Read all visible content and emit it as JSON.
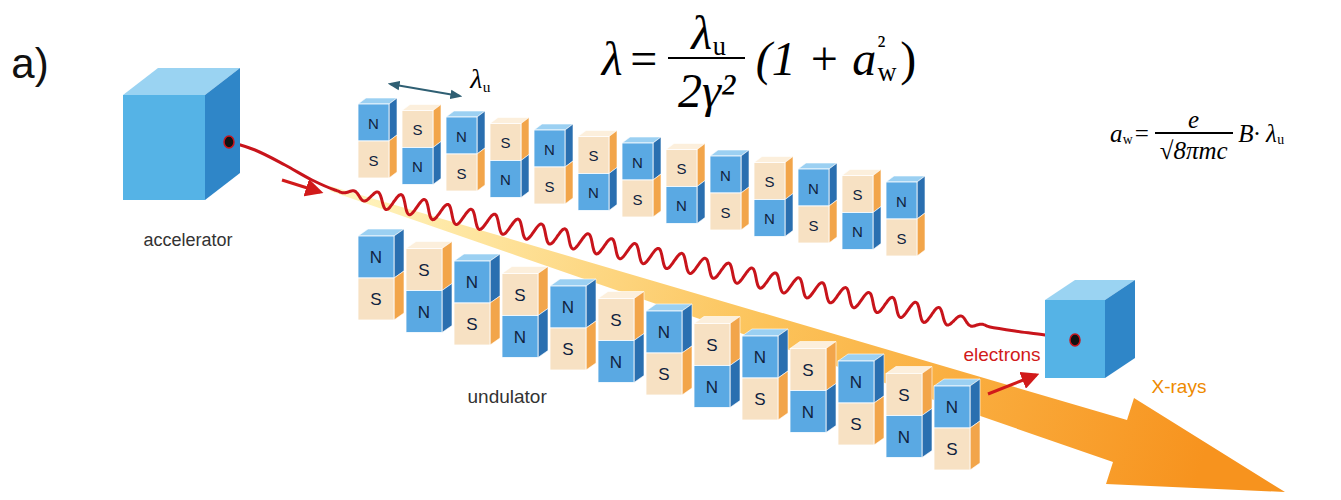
{
  "diagram": {
    "nodes": [
      {
        "text": [
          "accelerator"
        ]
      }
    ],
    "labels": [
      "a)",
      "λ",
      "=",
      "λ",
      "u",
      "2γ²",
      "(1 + a",
      "²",
      "w",
      ")",
      "λ",
      "u",
      "a",
      "w",
      "=",
      "e",
      "√8πmc",
      "B· λ",
      "u",
      "undulator",
      "electrons",
      "X-rays",
      "N",
      "S",
      "S",
      "N",
      "N",
      "S",
      "S",
      "N",
      "N",
      "S",
      "S",
      "N",
      "N",
      "S",
      "S",
      "N",
      "N",
      "S",
      "S",
      "N",
      "N",
      "S",
      "S",
      "N",
      "N",
      "S",
      "N",
      "S",
      "S",
      "N",
      "N",
      "S",
      "S",
      "N",
      "N",
      "S",
      "S",
      "N",
      "N",
      "S",
      "S",
      "N",
      "N",
      "S",
      "S",
      "N",
      "N",
      "S",
      "S",
      "N",
      "N",
      "S"
    ]
  }
}
